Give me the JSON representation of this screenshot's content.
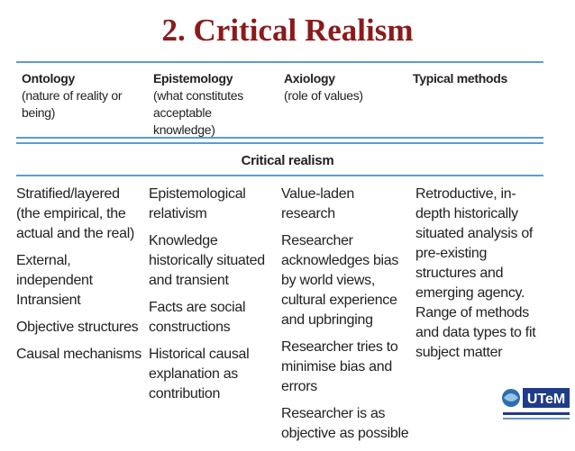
{
  "slide": {
    "title": "2. Critical Realism"
  },
  "table": {
    "headers": [
      {
        "title": "Ontology",
        "subtitle": "(nature of reality or being)"
      },
      {
        "title": "Epistemology",
        "subtitle": "(what constitutes acceptable knowledge)"
      },
      {
        "title": "Axiology",
        "subtitle": "(role of values)"
      },
      {
        "title": "Typical methods",
        "subtitle": ""
      }
    ],
    "framework": "Critical realism",
    "columns": [
      [
        "Stratified/layered (the empirical, the actual and the real)",
        "External, independent Intransient",
        "Objective structures",
        "Causal mechanisms"
      ],
      [
        "Epistemological relativism",
        "Knowledge historically situated and transient",
        "Facts are social constructions",
        "Historical causal explanation as contribution"
      ],
      [
        "Value-laden research",
        "Researcher acknowledges bias by world views, cultural experience and upbringing",
        "Researcher tries to minimise bias and errors",
        "Researcher is as objective as possible"
      ],
      [
        "Retroductive, in-depth historically situated analysis of pre-existing structures and emerging agency. Range of methods and data types to fit subject matter"
      ]
    ]
  },
  "logo": {
    "text": "UTeM",
    "colors": {
      "primary": "#1f3c88",
      "accent": "#2a6fb0"
    }
  }
}
